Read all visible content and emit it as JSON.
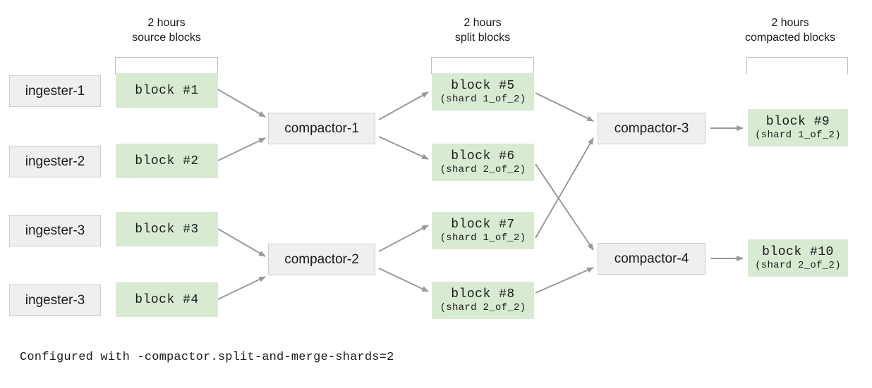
{
  "diagram": {
    "title_note": "Configured with -compactor.split-and-merge-shards=2",
    "colors": {
      "green_block": "#d9ead3",
      "gray_node": "#efefef",
      "gray_border": "#cccccc",
      "arrow": "#999999",
      "bracket": "#bfbfbf",
      "background": "#ffffff",
      "text": "#1a1a1a"
    }
  },
  "column_labels": [
    {
      "line1": "2 hours",
      "line2": "source blocks"
    },
    {
      "line1": "2 hours",
      "line2": "split blocks"
    },
    {
      "line1": "2 hours",
      "line2": "compacted blocks"
    }
  ],
  "ingesters": [
    {
      "label": "ingester-1"
    },
    {
      "label": "ingester-2"
    },
    {
      "label": "ingester-3"
    },
    {
      "label": "ingester-3"
    }
  ],
  "source_blocks": [
    {
      "title": "block #1",
      "sub": ""
    },
    {
      "title": "block #2",
      "sub": ""
    },
    {
      "title": "block #3",
      "sub": ""
    },
    {
      "title": "block #4",
      "sub": ""
    }
  ],
  "split_compactors": [
    {
      "label": "compactor-1"
    },
    {
      "label": "compactor-2"
    }
  ],
  "split_blocks": [
    {
      "title": "block #5",
      "sub": "(shard 1_of_2)"
    },
    {
      "title": "block #6",
      "sub": "(shard 2_of_2)"
    },
    {
      "title": "block #7",
      "sub": "(shard 1_of_2)"
    },
    {
      "title": "block #8",
      "sub": "(shard 2_of_2)"
    }
  ],
  "merge_compactors": [
    {
      "label": "compactor-3"
    },
    {
      "label": "compactor-4"
    }
  ],
  "compacted_blocks": [
    {
      "title": "block #9",
      "sub": "(shard 1_of_2)"
    },
    {
      "title": "block #10",
      "sub": "(shard 2_of_2)"
    }
  ],
  "edges": [
    {
      "from": "block #1",
      "to": "compactor-1"
    },
    {
      "from": "block #2",
      "to": "compactor-1"
    },
    {
      "from": "block #3",
      "to": "compactor-2"
    },
    {
      "from": "block #4",
      "to": "compactor-2"
    },
    {
      "from": "compactor-1",
      "to": "block #5"
    },
    {
      "from": "compactor-1",
      "to": "block #6"
    },
    {
      "from": "compactor-2",
      "to": "block #7"
    },
    {
      "from": "compactor-2",
      "to": "block #8"
    },
    {
      "from": "block #5",
      "to": "compactor-3"
    },
    {
      "from": "block #6",
      "to": "compactor-4"
    },
    {
      "from": "block #7",
      "to": "compactor-3"
    },
    {
      "from": "block #8",
      "to": "compactor-4"
    },
    {
      "from": "compactor-3",
      "to": "block #9"
    },
    {
      "from": "compactor-4",
      "to": "block #10"
    }
  ]
}
